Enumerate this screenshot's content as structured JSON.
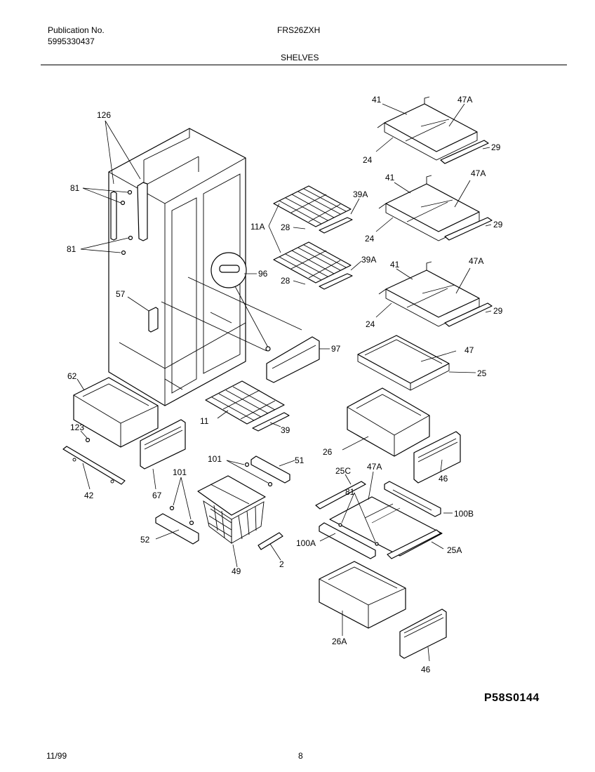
{
  "header": {
    "publication_label": "Publication No.",
    "publication_number": "5995330437",
    "model": "FRS26ZXH",
    "section": "SHELVES"
  },
  "footer": {
    "date": "11/99",
    "page": "8",
    "diagram_code": "P58S0144"
  },
  "callouts": [
    "126",
    "81",
    "81",
    "57",
    "62",
    "123",
    "42",
    "67",
    "101",
    "101",
    "52",
    "49",
    "2",
    "51",
    "11",
    "39",
    "11A",
    "28",
    "39A",
    "28",
    "39A",
    "96",
    "97",
    "41",
    "47A",
    "24",
    "29",
    "41",
    "47A",
    "24",
    "29",
    "41",
    "47A",
    "24",
    "29",
    "47",
    "25",
    "26",
    "46",
    "25C",
    "47A",
    "81",
    "100B",
    "100A",
    "25A",
    "26A",
    "46"
  ]
}
